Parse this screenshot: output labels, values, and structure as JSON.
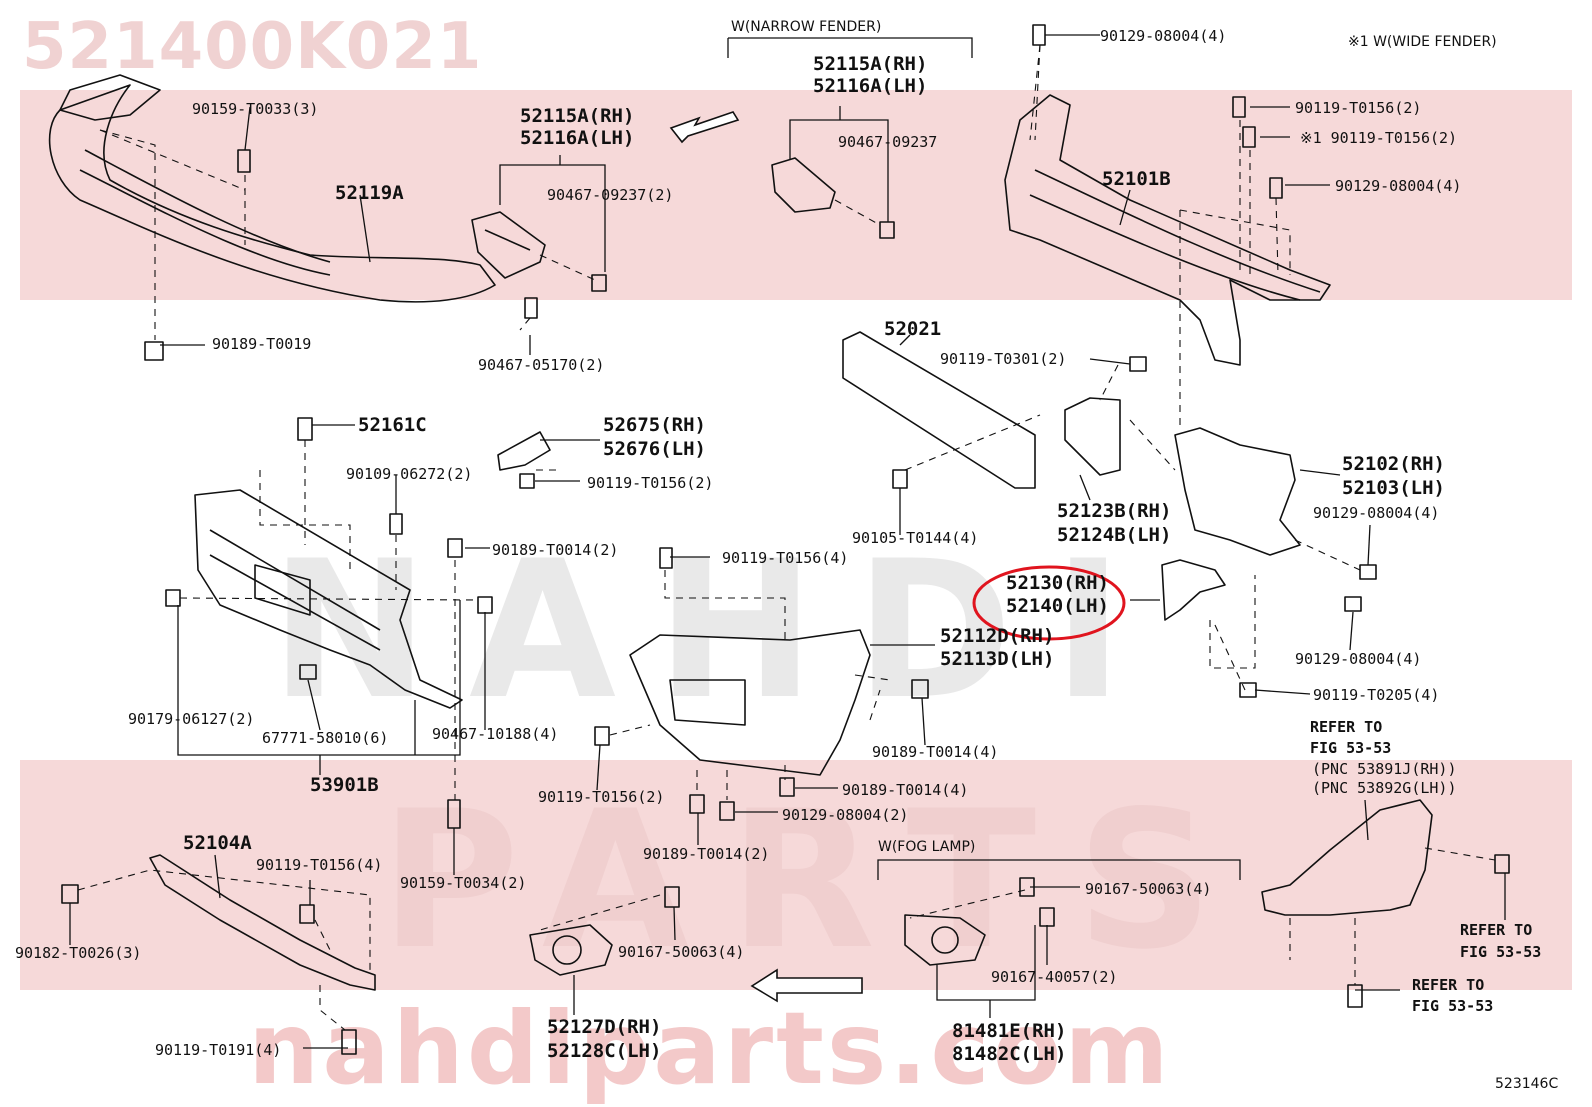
{
  "title": "521400K021",
  "diagram_id": "523146C",
  "watermark": {
    "url": "nahdiparts.com",
    "upper": "NAHDI",
    "lower": "PARTS"
  },
  "notes": {
    "narrow_fender": "W(NARROW FENDER)",
    "wide_fender": "※1 W(WIDE FENDER)",
    "fog_lamp": "W(FOG LAMP)"
  },
  "parts": {
    "p01": "90159-T0033(3)",
    "p02": "52119A",
    "p03": "90189-T0019",
    "p04a": "52115A(RH)",
    "p04b": "52116A(LH)",
    "p05": "90467-09237(2)",
    "p06": "90467-05170(2)",
    "p07a": "52115A(RH)",
    "p07b": "52116A(LH)",
    "p08": "90467-09237",
    "p09": "90129-08004(4)",
    "p10": "90119-T0156(2)",
    "p11": "※1 90119-T0156(2)",
    "p12": "90129-08004(4)",
    "p13": "52101B",
    "p14": "52021",
    "p15": "90119-T0301(2)",
    "p16": "90105-T0144(4)",
    "p17a": "52123B(RH)",
    "p17b": "52124B(LH)",
    "p18a": "52102(RH)",
    "p18b": "52103(LH)",
    "p19": "90129-08004(4)",
    "p20a": "52130(RH)",
    "p20b": "52140(LH)",
    "p21": "90129-08004(4)",
    "p22": "90119-T0205(4)",
    "p23": "52161C",
    "p24a": "52675(RH)",
    "p24b": "52676(LH)",
    "p25": "90109-06272(2)",
    "p26": "90119-T0156(2)",
    "p27": "90189-T0014(2)",
    "p28": "90119-T0156(4)",
    "p29a": "52112D(RH)",
    "p29b": "52113D(LH)",
    "p30": "90179-06127(2)",
    "p31": "67771-58010(6)",
    "p32": "90467-10188(4)",
    "p33": "53901B",
    "p34": "90189-T0014(4)",
    "p35": "90119-T0156(2)",
    "p36": "90189-T0014(4)",
    "p37": "90129-08004(2)",
    "p38": "90189-T0014(2)",
    "p39": "52104A",
    "p40": "90119-T0156(4)",
    "p41": "90182-T0026(3)",
    "p42": "90159-T0034(2)",
    "p43": "90119-T0191(4)",
    "p44": "90167-50063(4)",
    "p45a": "52127D(RH)",
    "p45b": "52128C(LH)",
    "p46": "90167-50063(4)",
    "p47": "90167-40057(2)",
    "p48a": "81481E(RH)",
    "p48b": "81482C(LH)"
  },
  "refs": {
    "r1a": "REFER TO",
    "r1b": "FIG 53-53",
    "r1c": "(PNC 53891J(RH))",
    "r1d": "(PNC 53892G(LH))",
    "r2a": "REFER TO",
    "r2b": "FIG 53-53",
    "r3a": "REFER TO",
    "r3b": "FIG 53-53"
  },
  "highlight": {
    "color": "#e0141e",
    "target": "52140(LH)"
  },
  "colors": {
    "band": "#f6d9d9",
    "title": "#f0d2d2",
    "url": "#f3c9c9",
    "line": "#111111"
  }
}
